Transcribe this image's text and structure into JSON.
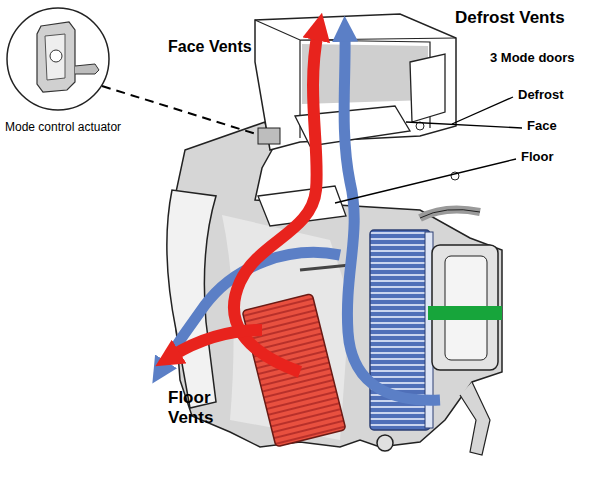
{
  "diagram": {
    "nodes": [
      {
        "text": [
          "Mode control actuator"
        ]
      }
    ],
    "labels": [
      "Defrost Vents",
      "Face Vents",
      "3 Mode doors",
      "Defrost",
      "Face",
      "Floor",
      "Floor Vents"
    ]
  }
}
